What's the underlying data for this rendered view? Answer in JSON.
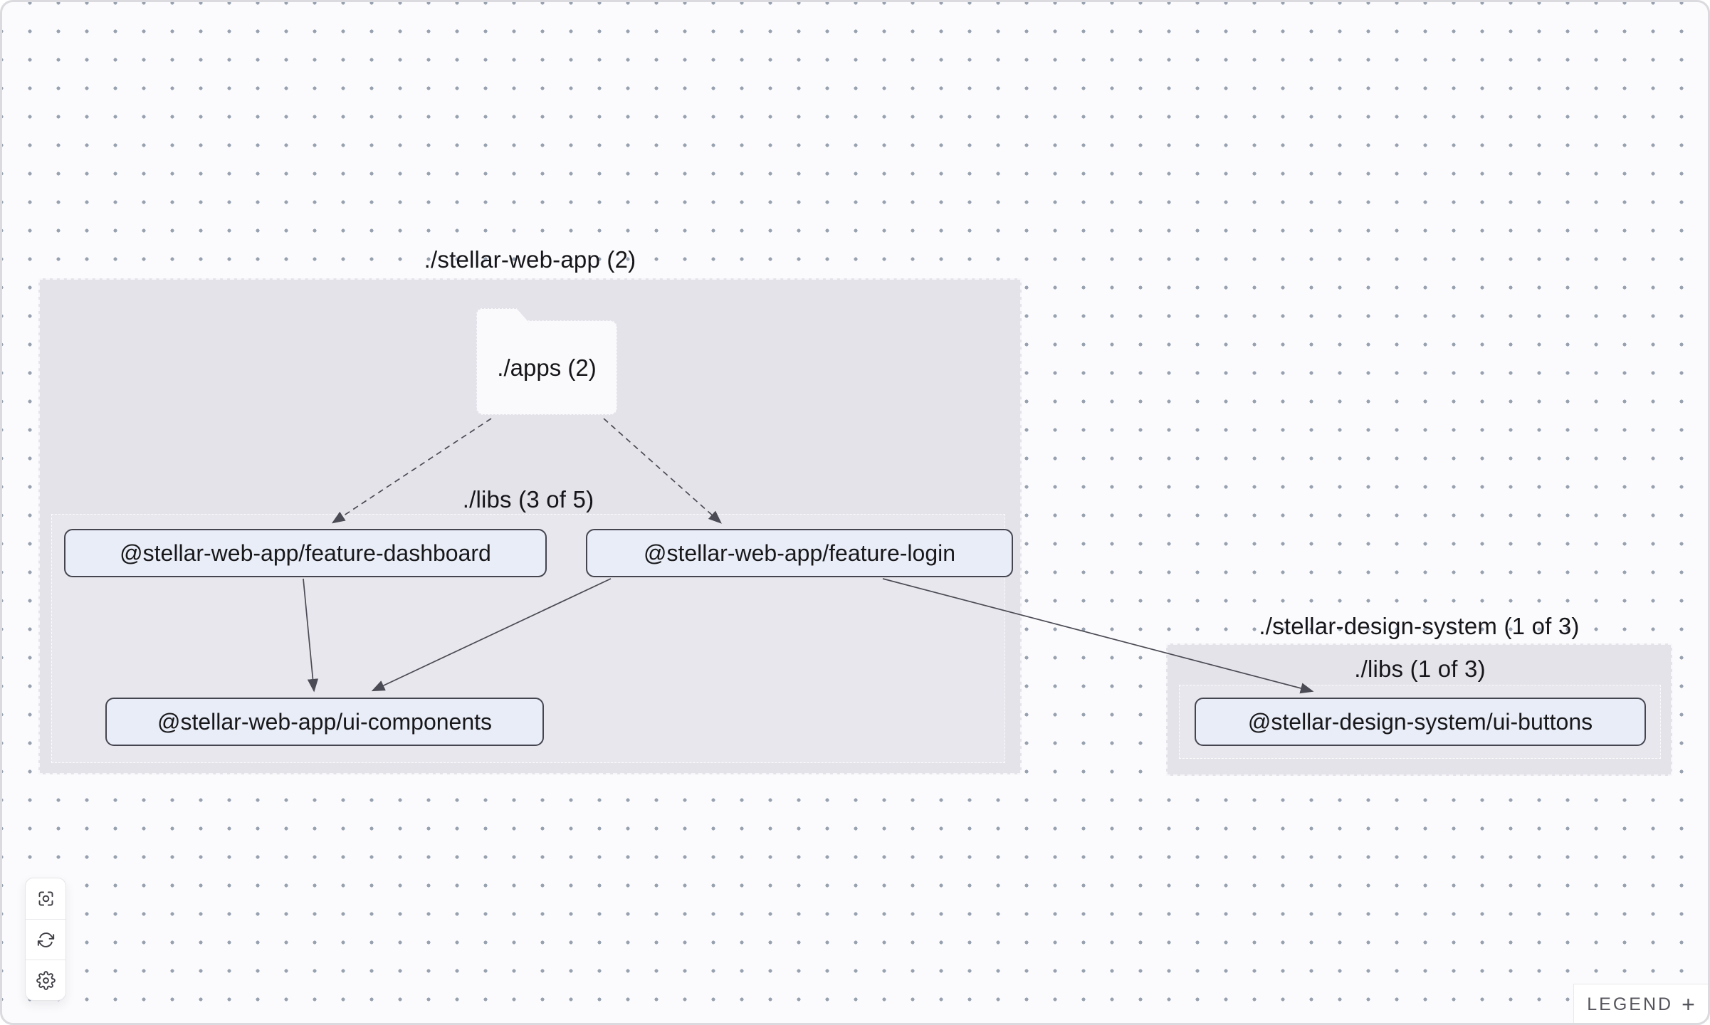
{
  "canvas": {
    "background_color": "#fbfbfd",
    "dot_color": "#97a1af",
    "group_fill": "#e5e3ea",
    "node_fill": "#e9edf7",
    "node_border": "#454550",
    "edge_color": "#4b4b55"
  },
  "graph": {
    "groups": {
      "web_app": {
        "label": "./stellar-web-app (2)",
        "libs_label": "./libs (3 of 5)"
      },
      "design_system": {
        "label": "./stellar-design-system (1 of 3)",
        "libs_label": "./libs (1 of 3)"
      }
    },
    "folders": {
      "apps": {
        "label": "./apps (2)"
      }
    },
    "nodes": {
      "feature_dashboard": {
        "label": "@stellar-web-app/feature-dashboard"
      },
      "feature_login": {
        "label": "@stellar-web-app/feature-login"
      },
      "ui_components": {
        "label": "@stellar-web-app/ui-components"
      },
      "ui_buttons": {
        "label": "@stellar-design-system/ui-buttons"
      }
    },
    "edges": [
      {
        "source": "./apps",
        "target": "@stellar-web-app/feature-dashboard",
        "style": "dashed"
      },
      {
        "source": "./apps",
        "target": "@stellar-web-app/feature-login",
        "style": "dashed"
      },
      {
        "source": "@stellar-web-app/feature-dashboard",
        "target": "@stellar-web-app/ui-components",
        "style": "solid"
      },
      {
        "source": "@stellar-web-app/feature-login",
        "target": "@stellar-web-app/ui-components",
        "style": "solid"
      },
      {
        "source": "@stellar-web-app/feature-login",
        "target": "@stellar-design-system/ui-buttons",
        "style": "solid"
      }
    ]
  },
  "toolbar": {
    "buttons": [
      {
        "icon": "focus-icon"
      },
      {
        "icon": "refresh-icon"
      },
      {
        "icon": "settings-icon"
      }
    ]
  },
  "legend": {
    "label": "LEGEND",
    "plus": "+"
  }
}
